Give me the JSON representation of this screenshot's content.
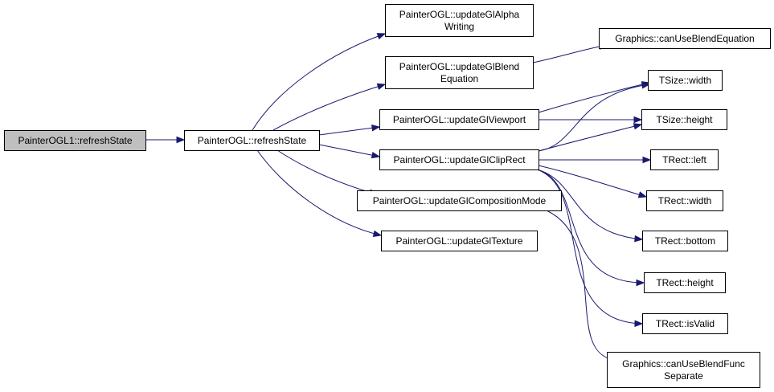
{
  "colors": {
    "edge": "#191970",
    "node_fill": "#ffffff",
    "root_fill": "#bfbfbf",
    "border": "#000000"
  },
  "nodes": [
    {
      "id": "painterogl1-refreshstate",
      "lines": [
        "PainterOGL1::refreshState"
      ],
      "root": true
    },
    {
      "id": "painterogl-refreshstate",
      "lines": [
        "PainterOGL::refreshState"
      ]
    },
    {
      "id": "updateglalphawriting",
      "lines": [
        "PainterOGL::updateGlAlpha",
        "Writing"
      ]
    },
    {
      "id": "updateglblendequation",
      "lines": [
        "PainterOGL::updateGlBlend",
        "Equation"
      ]
    },
    {
      "id": "updateglviewport",
      "lines": [
        "PainterOGL::updateGlViewport"
      ]
    },
    {
      "id": "updateglcliprect",
      "lines": [
        "PainterOGL::updateGlClipRect"
      ]
    },
    {
      "id": "updateglcompositionmode",
      "lines": [
        "PainterOGL::updateGlCompositionMode"
      ]
    },
    {
      "id": "updategltexture",
      "lines": [
        "PainterOGL::updateGlTexture"
      ]
    },
    {
      "id": "graphics-canuseblendequation",
      "lines": [
        "Graphics::canUseBlendEquation"
      ]
    },
    {
      "id": "tsize-width",
      "lines": [
        "TSize::width"
      ]
    },
    {
      "id": "tsize-height",
      "lines": [
        "TSize::height"
      ]
    },
    {
      "id": "trect-left",
      "lines": [
        "TRect::left"
      ]
    },
    {
      "id": "trect-width",
      "lines": [
        "TRect::width"
      ]
    },
    {
      "id": "trect-bottom",
      "lines": [
        "TRect::bottom"
      ]
    },
    {
      "id": "trect-height",
      "lines": [
        "TRect::height"
      ]
    },
    {
      "id": "trect-isvalid",
      "lines": [
        "TRect::isValid"
      ]
    },
    {
      "id": "graphics-canuseblendfuncseparate",
      "lines": [
        "Graphics::canUseBlendFunc",
        "Separate"
      ]
    }
  ],
  "edges": [
    {
      "from": "painterogl1-refreshstate",
      "to": "painterogl-refreshstate"
    },
    {
      "from": "painterogl-refreshstate",
      "to": "updateglalphawriting"
    },
    {
      "from": "painterogl-refreshstate",
      "to": "updateglblendequation"
    },
    {
      "from": "painterogl-refreshstate",
      "to": "updateglviewport"
    },
    {
      "from": "painterogl-refreshstate",
      "to": "updateglcliprect"
    },
    {
      "from": "painterogl-refreshstate",
      "to": "updateglcompositionmode"
    },
    {
      "from": "painterogl-refreshstate",
      "to": "updategltexture"
    },
    {
      "from": "updateglblendequation",
      "to": "graphics-canuseblendequation"
    },
    {
      "from": "updateglviewport",
      "to": "tsize-width"
    },
    {
      "from": "updateglviewport",
      "to": "tsize-height"
    },
    {
      "from": "updateglcliprect",
      "to": "tsize-width"
    },
    {
      "from": "updateglcliprect",
      "to": "tsize-height"
    },
    {
      "from": "updateglcliprect",
      "to": "trect-left"
    },
    {
      "from": "updateglcliprect",
      "to": "trect-width"
    },
    {
      "from": "updateglcliprect",
      "to": "trect-bottom"
    },
    {
      "from": "updateglcliprect",
      "to": "trect-height"
    },
    {
      "from": "updateglcliprect",
      "to": "trect-isvalid"
    },
    {
      "from": "updateglcompositionmode",
      "to": "graphics-canuseblendfuncseparate"
    }
  ]
}
